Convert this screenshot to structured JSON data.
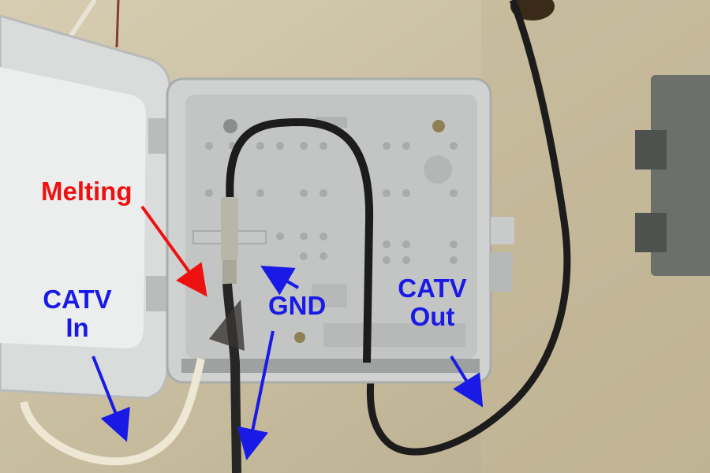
{
  "labels": {
    "melting": "Melting",
    "catv_in_line1": "CATV",
    "catv_in_line2": "In",
    "gnd": "GND",
    "catv_out_line1": "CATV",
    "catv_out_line2": "Out"
  },
  "colors": {
    "annotation_red": "#ee1111",
    "annotation_blue": "#1a1ae6",
    "wall": "#c9bfa3",
    "enclosure": "#d2d4d2",
    "cable": "#1c1c1c"
  }
}
